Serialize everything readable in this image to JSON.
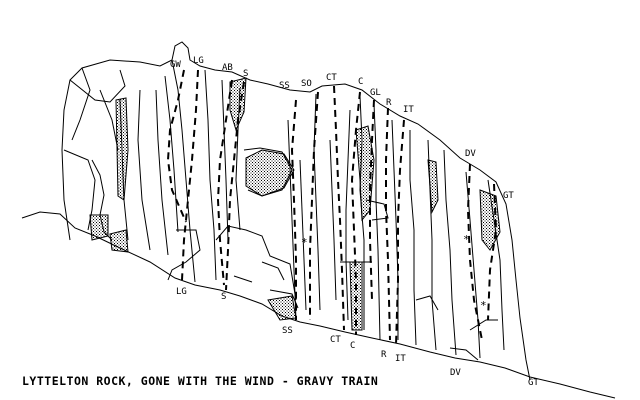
{
  "caption": "LYTTELTON ROCK, GONE WITH THE WIND - GRAVY TRAIN",
  "top_labels": [
    "GW",
    "LG",
    "AB",
    "S",
    "SS",
    "SO",
    "CT",
    "C",
    "GL",
    "R",
    "IT",
    "DV",
    "GT"
  ],
  "bottom_labels": [
    "LG",
    "S",
    "SS",
    "CT",
    "C",
    "R",
    "IT",
    "DV",
    "GT"
  ],
  "stars": [
    "*",
    "*",
    "*"
  ],
  "colors": {
    "ink": "#000000",
    "paper": "#ffffff"
  }
}
